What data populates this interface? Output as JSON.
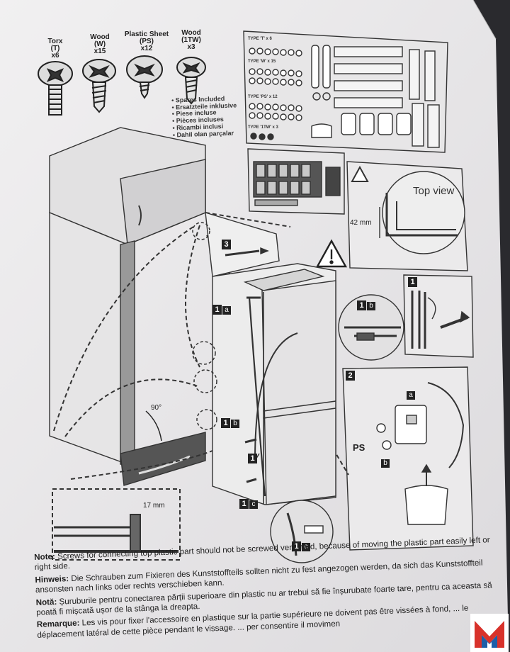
{
  "screws": [
    {
      "name": "Torx",
      "code": "(T)",
      "qty": "x6"
    },
    {
      "name": "Wood",
      "code": "(W)",
      "qty": "x15"
    },
    {
      "name": "Plastic Sheet",
      "code": "(PS)",
      "qty": "x12"
    },
    {
      "name": "Wood",
      "code": "(1TW)",
      "qty": "x3"
    }
  ],
  "spares": [
    "Spares Included",
    "Ersatzteile inklusive",
    "Piese incluse",
    "Pièces incluses",
    "Ricambi inclusi",
    "Dahil olan parçalar"
  ],
  "parts_sheet": {
    "type_t": "TYPE 'T' x 6",
    "type_w": "TYPE 'W' x 15",
    "type_ps": "TYPE 'PS' x 12",
    "type_1tw": "TYPE '1TW' x 3"
  },
  "callouts": {
    "step3": "3",
    "step1": "1",
    "step2": "2",
    "a": "a",
    "b": "b",
    "c": "c",
    "top_view": "Top view",
    "dim_42": "42 mm",
    "dim_17": "17 mm",
    "angle": "90°",
    "ps": "PS"
  },
  "notes": [
    {
      "label": "Note:",
      "text": "Screws for connecting top plastic part should not be screwed very hard, because of moving the plastic part easily left or right side."
    },
    {
      "label": "Hinweis:",
      "text": "Die Schrauben zum Fixieren des Kunststoffteils sollten nicht zu fest angezogen werden, da sich das Kunststoffteil ansonsten nach links oder rechts verschieben kann."
    },
    {
      "label": "Notă:",
      "text": "Șuruburile pentru conectarea părții superioare din plastic nu ar trebui să fie înșurubate foarte tare, pentru ca aceasta să poată fi mișcată ușor de la stânga la dreapta."
    },
    {
      "label": "Remarque:",
      "text": "Les vis pour fixer l'accessoire en plastique sur la partie supérieure ne doivent pas être vissées à fond, ... le déplacement latéral de cette pièce pendant le vissage.  ...  per consentire il movimen"
    }
  ],
  "colors": {
    "paper": "#ebe9ea",
    "ink": "#2b2b2b",
    "background": "#2a2a2e",
    "logo_red": "#d8322b",
    "logo_blue": "#1d5fa8"
  }
}
